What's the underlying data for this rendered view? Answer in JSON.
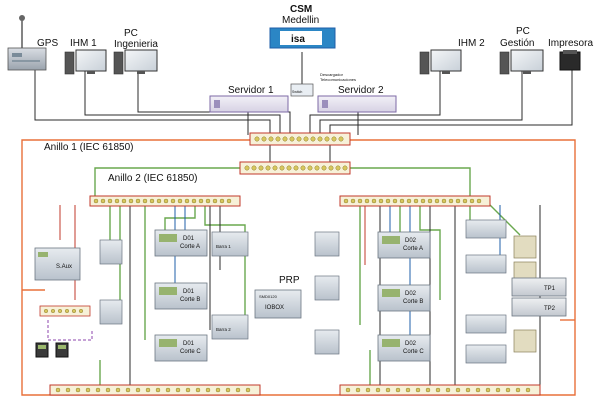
{
  "control_center": {
    "title": "CSM",
    "city": "Medellin",
    "logo_text": "isa"
  },
  "devices": {
    "gps": "GPS",
    "ihm1": "IHM 1",
    "pc_eng_line1": "PC",
    "pc_eng_line2": "Ingenieria",
    "ihm2": "IHM 2",
    "pc_mgmt_line1": "PC",
    "pc_mgmt_line2": "Gestión",
    "printer": "Impresora",
    "server1": "Servidor 1",
    "server2": "Servidor 2",
    "switch_small": "Switch",
    "router_note_1": "Descargador",
    "router_note_2": "Telecomunicaciones"
  },
  "rings": {
    "ring1": "Anillo 1 (IEC 61850)",
    "ring2": "Anillo 2 (IEC 61850)"
  },
  "panel_tags": {
    "prp": "PRP",
    "iobox_model": "SMD0120",
    "iobox": "IOBOX"
  },
  "bays_left": [
    {
      "line1": "D01",
      "line2": "Corte A"
    },
    {
      "line1": "D01",
      "line2": "Corte B"
    },
    {
      "line1": "D01",
      "line2": "Corte C"
    }
  ],
  "bays_right": [
    {
      "line1": "D02",
      "line2": "Corte A"
    },
    {
      "line1": "D02",
      "line2": "Corte B"
    },
    {
      "line1": "D02",
      "line2": "Corte C"
    }
  ],
  "aux": {
    "label": "S.Aux"
  },
  "boards": [
    "Barra 1",
    "Barra 2"
  ],
  "tps": [
    "TP1",
    "TP2"
  ],
  "colors": {
    "ring1": "#e8703a",
    "ring2": "#6aa84f",
    "copper": "#2b2b2b",
    "accent_blue": "#1f5fa8",
    "fiber_purple": "#8e44ad"
  }
}
